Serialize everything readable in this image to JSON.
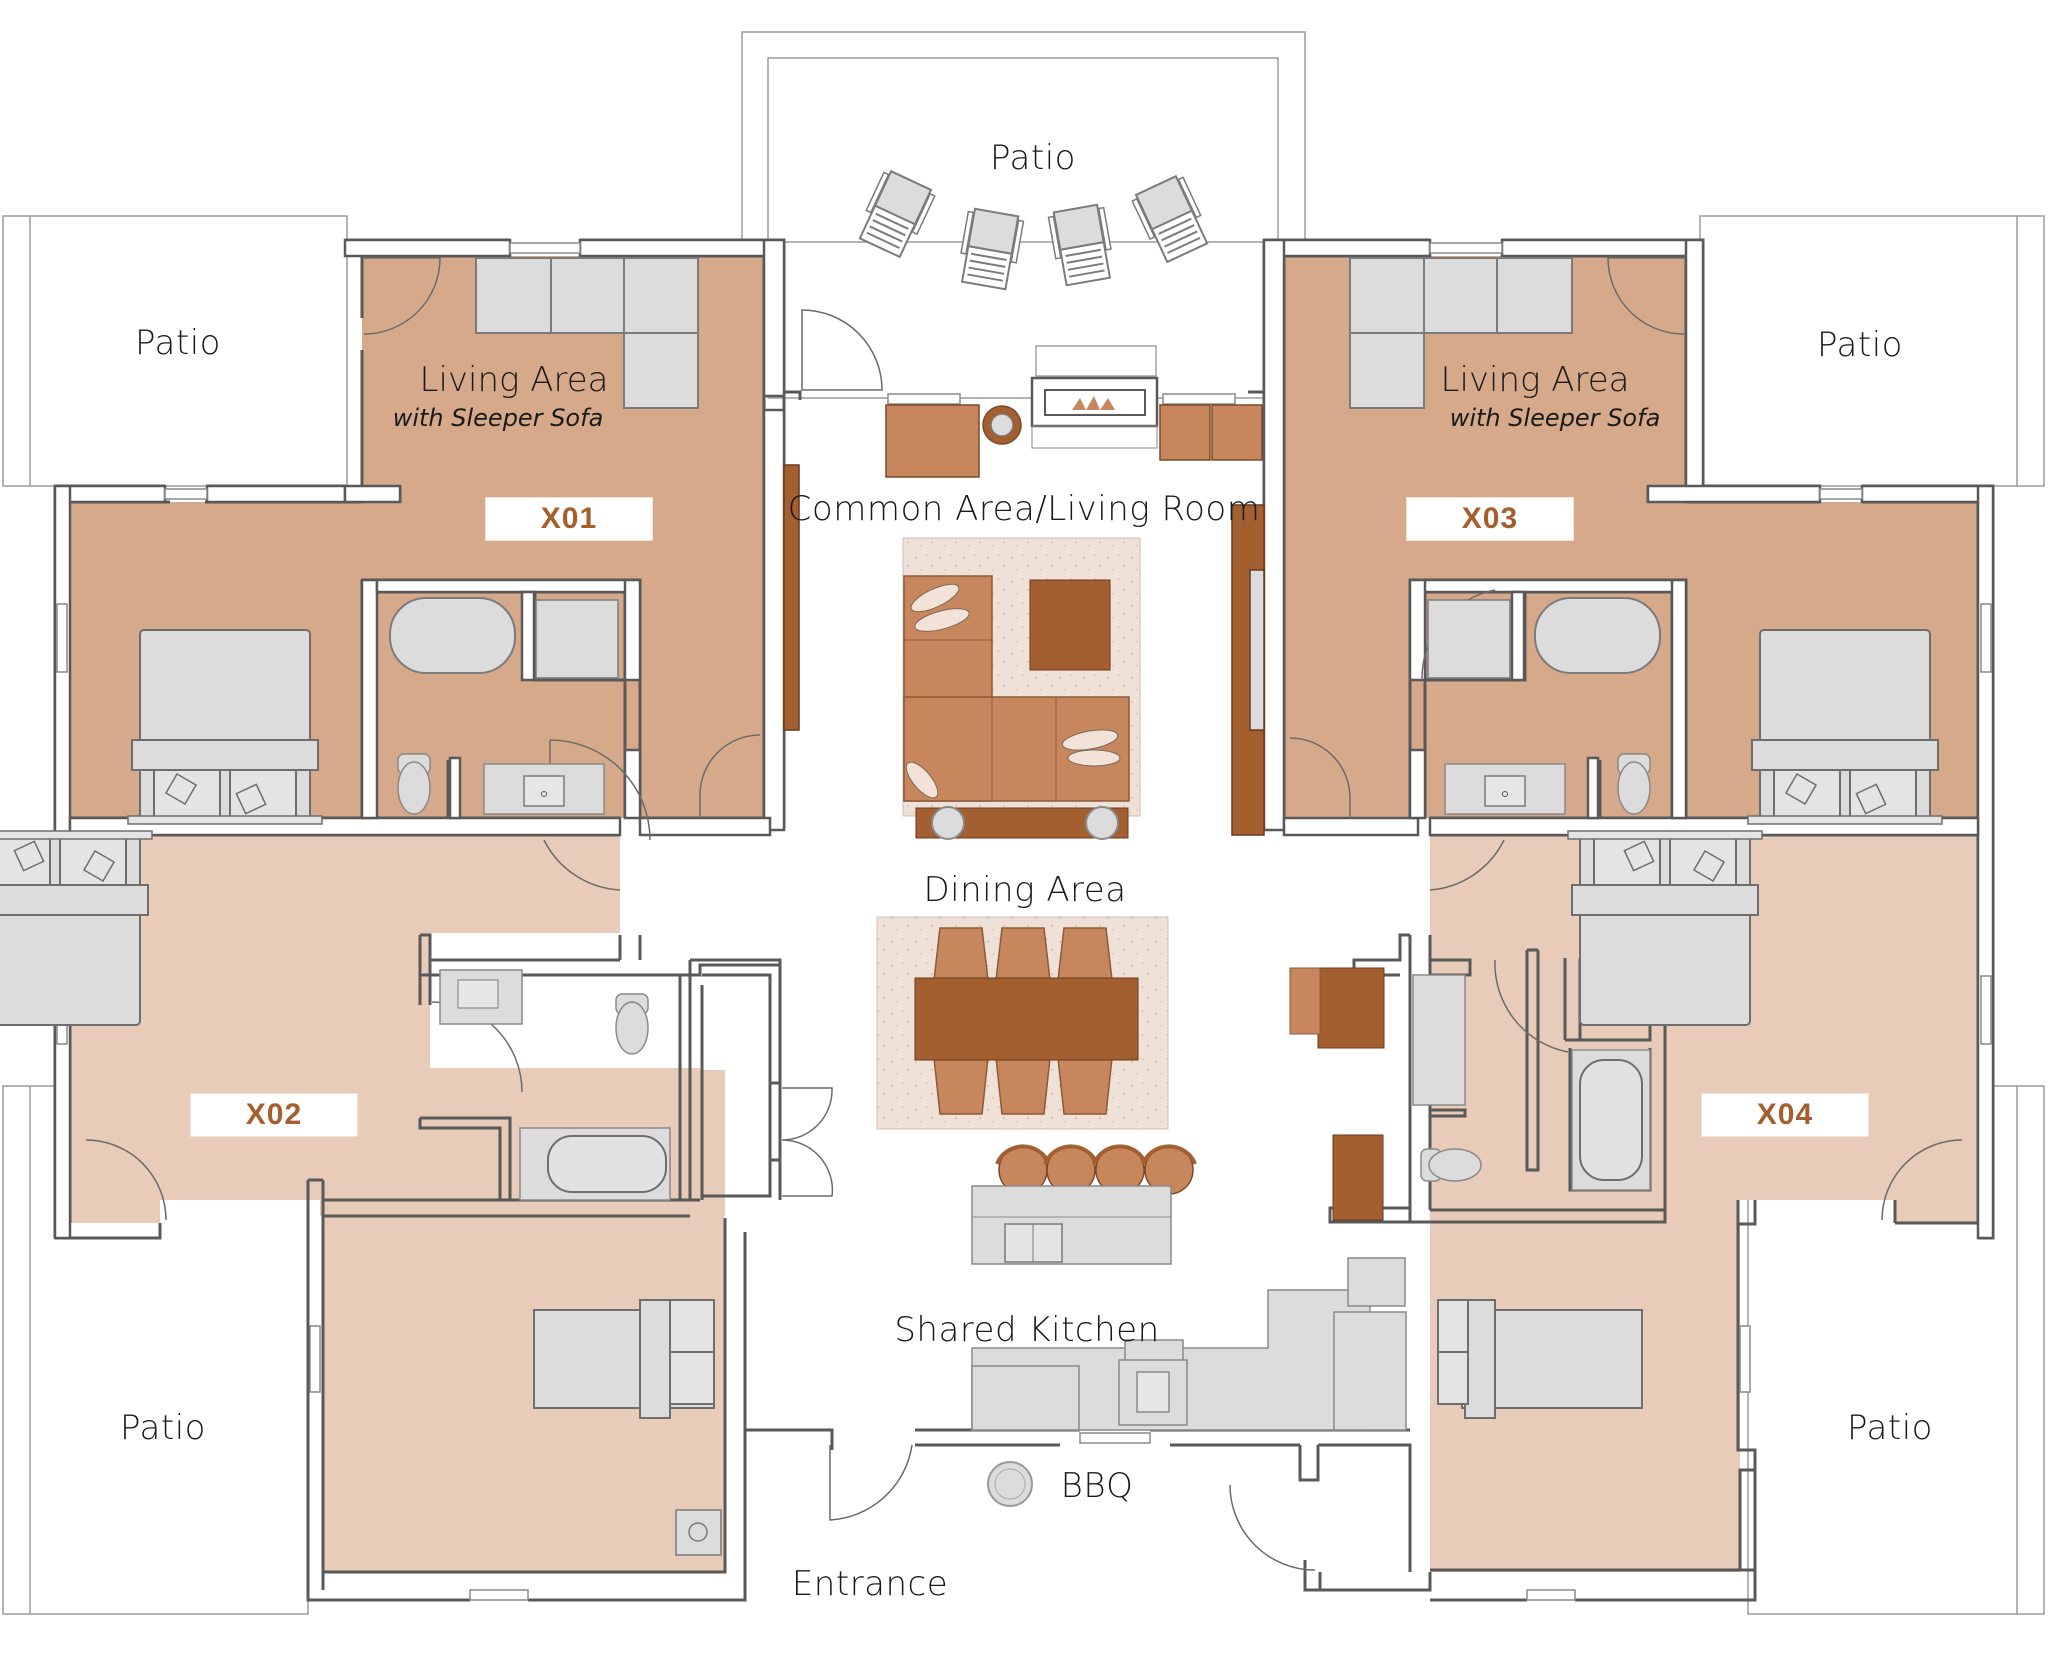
{
  "title": "Shared floor plan — units X01, X02, X03, X04",
  "colors": {
    "unit_dark": "#d6a98a",
    "unit_light": "#e8ccb9",
    "wall": "#595959",
    "furniture_gray": "#dcdcdc",
    "furniture_brown": "#a35f30",
    "furniture_tan": "#c8865c",
    "rug": "#efe1d7",
    "badge_text": "#a55e2e"
  },
  "labels": {
    "patio_top": "Patio",
    "patio_top_left": "Patio",
    "patio_top_right": "Patio",
    "patio_bottom_left": "Patio",
    "patio_bottom_right": "Patio",
    "common_area": "Common Area/Living Room",
    "dining_area": "Dining Area",
    "shared_kitchen": "Shared Kitchen",
    "bbq": "BBQ",
    "entrance": "Entrance"
  },
  "units": [
    {
      "id": "X01",
      "living_title": "Living Area",
      "living_subtitle": "with Sleeper Sofa"
    },
    {
      "id": "X02"
    },
    {
      "id": "X03",
      "living_title": "Living Area",
      "living_subtitle": "with Sleeper Sofa"
    },
    {
      "id": "X04"
    }
  ]
}
